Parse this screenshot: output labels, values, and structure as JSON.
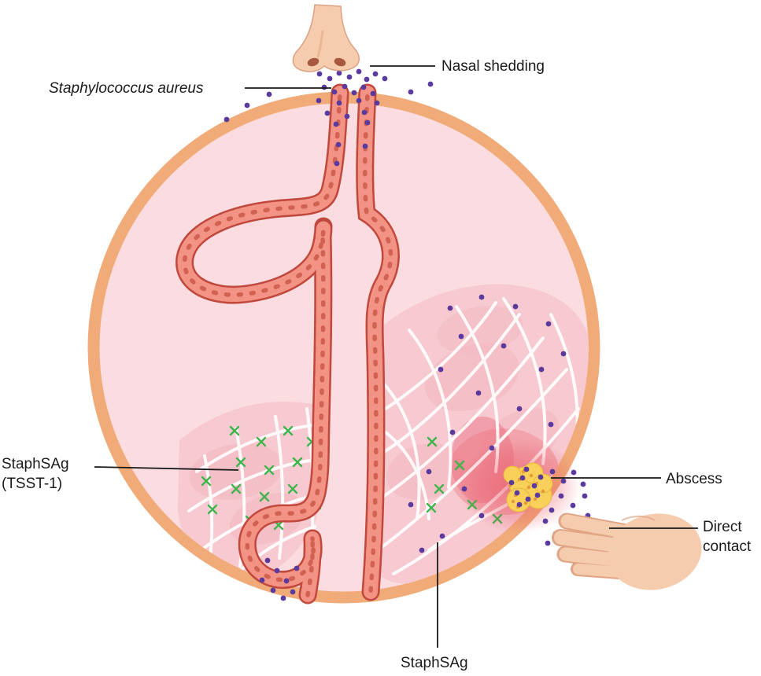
{
  "labels": {
    "staph_aureus": "Staphylococcus aureus",
    "nasal_shedding": "Nasal shedding",
    "staphsag_line1": "StaphSAg",
    "staphsag_line2": "(TSST-1)",
    "abscess": "Abscess",
    "direct_line1": "Direct",
    "direct_line2": "contact",
    "staphsag_bottom": "StaphSAg"
  },
  "colors": {
    "ring": "#f0ab79",
    "tissue_fill": "#fbdce0",
    "mesh_fill": "#f7c9d0",
    "epithelium_dark": "#c0483c",
    "epithelium_light": "#f29385",
    "bacteria": "#5b3a9e",
    "staphsag_mark": "#3eb54d",
    "abscess_yellow": "#f8d05a",
    "skin": "#f6ccae",
    "leader_line": "#1a1a1a"
  }
}
